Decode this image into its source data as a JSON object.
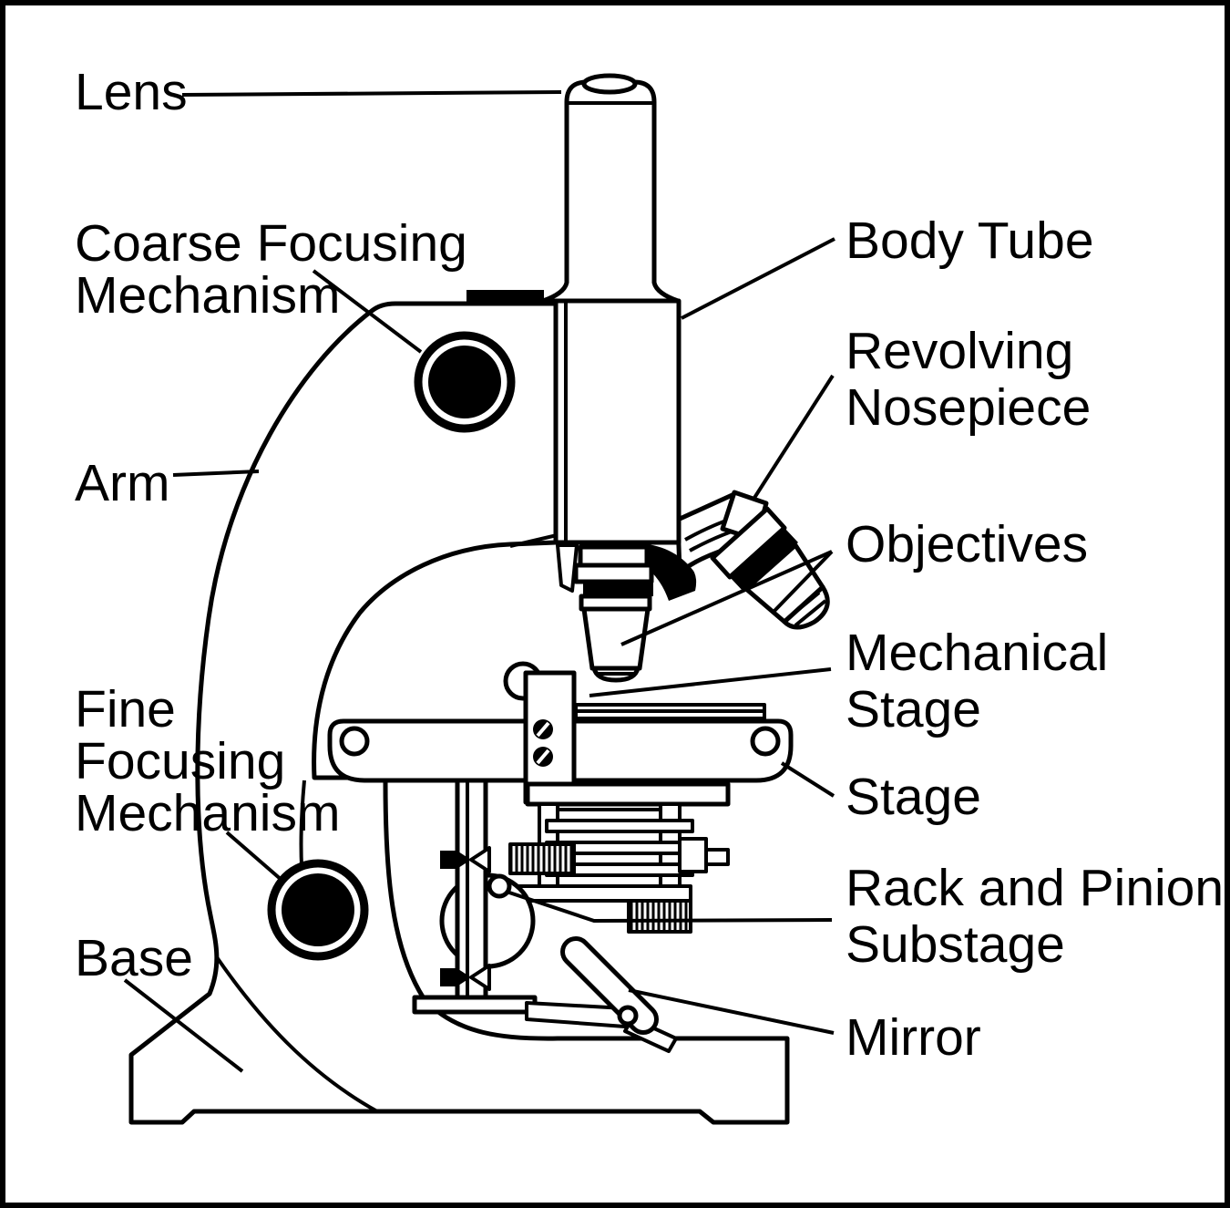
{
  "figure": {
    "type": "labeled-diagram",
    "subject": "Compound light microscope, side view with parts labeled",
    "background_color": "#ffffff",
    "line_color": "#000000"
  },
  "labels": {
    "lens": {
      "text": "Lens"
    },
    "coarse_focusing": {
      "line1": "Coarse Focusing",
      "line2": "Mechanism"
    },
    "arm": {
      "text": "Arm"
    },
    "fine_focusing": {
      "line1": "Fine",
      "line2": "Focusing",
      "line3": "Mechanism"
    },
    "base": {
      "text": "Base"
    },
    "body_tube": {
      "text": "Body Tube"
    },
    "revolving_nosepiece": {
      "line1": "Revolving",
      "line2": "Nosepiece"
    },
    "objectives": {
      "text": "Objectives"
    },
    "mechanical_stage": {
      "line1": "Mechanical",
      "line2": "Stage"
    },
    "stage": {
      "text": "Stage"
    },
    "rack_and_pinion_substage": {
      "line1": "Rack and Pinion",
      "line2": "Substage"
    },
    "mirror": {
      "text": "Mirror"
    }
  }
}
